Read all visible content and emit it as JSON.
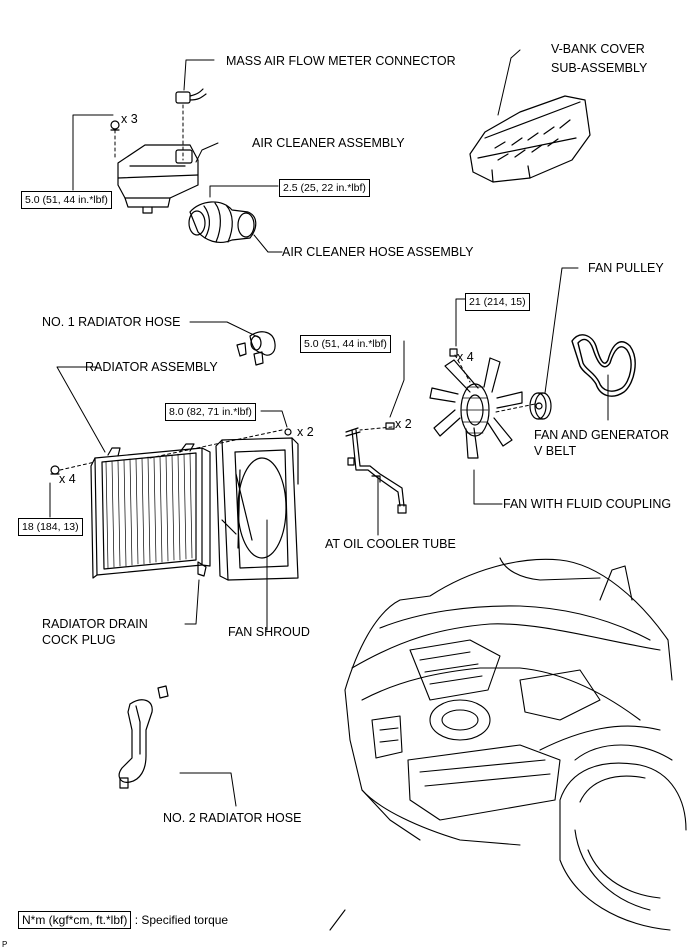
{
  "labels": {
    "mass_air_flow_meter_connector": "MASS AIR FLOW METER CONNECTOR",
    "v_bank_cover_line1": "V-BANK COVER",
    "v_bank_cover_line2": "SUB-ASSEMBLY",
    "air_cleaner_assembly": "AIR CLEANER ASSEMBLY",
    "air_cleaner_hose_assembly": "AIR CLEANER HOSE ASSEMBLY",
    "fan_pulley": "FAN PULLEY",
    "no1_radiator_hose": "NO. 1 RADIATOR HOSE",
    "radiator_assembly": "RADIATOR ASSEMBLY",
    "fan_and_generator_v_belt_line1": "FAN AND GENERATOR",
    "fan_and_generator_v_belt_line2": "V BELT",
    "fan_with_fluid_coupling": "FAN WITH FLUID COUPLING",
    "at_oil_cooler_tube": "AT OIL COOLER TUBE",
    "radiator_drain_cock_plug_line1": "RADIATOR DRAIN",
    "radiator_drain_cock_plug_line2": "COCK PLUG",
    "fan_shroud": "FAN SHROUD",
    "no2_radiator_hose": "NO. 2 RADIATOR HOSE"
  },
  "torques": {
    "air_cleaner_bolts": "5.0 (51, 44 in.*lbf)",
    "air_cleaner_hose_clamp": "2.5 (25, 22 in.*lbf)",
    "fan_nuts": "21 (214, 15)",
    "oil_cooler_bolts": "5.0 (51, 44 in.*lbf)",
    "shroud_bolts": "8.0 (82, 71 in.*lbf)",
    "radiator_bolts": "18 (184, 13)"
  },
  "multipliers": {
    "air_cleaner_bolts": "x 3",
    "fan_nuts": "x 4",
    "oil_cooler_bolts": "x 2",
    "shroud_bolts": "x 2",
    "radiator_bolts": "x 4"
  },
  "legend": {
    "unit_box": "N*m (kgf*cm, ft.*lbf)",
    "description": ": Specified torque"
  },
  "corner_mark": "P"
}
